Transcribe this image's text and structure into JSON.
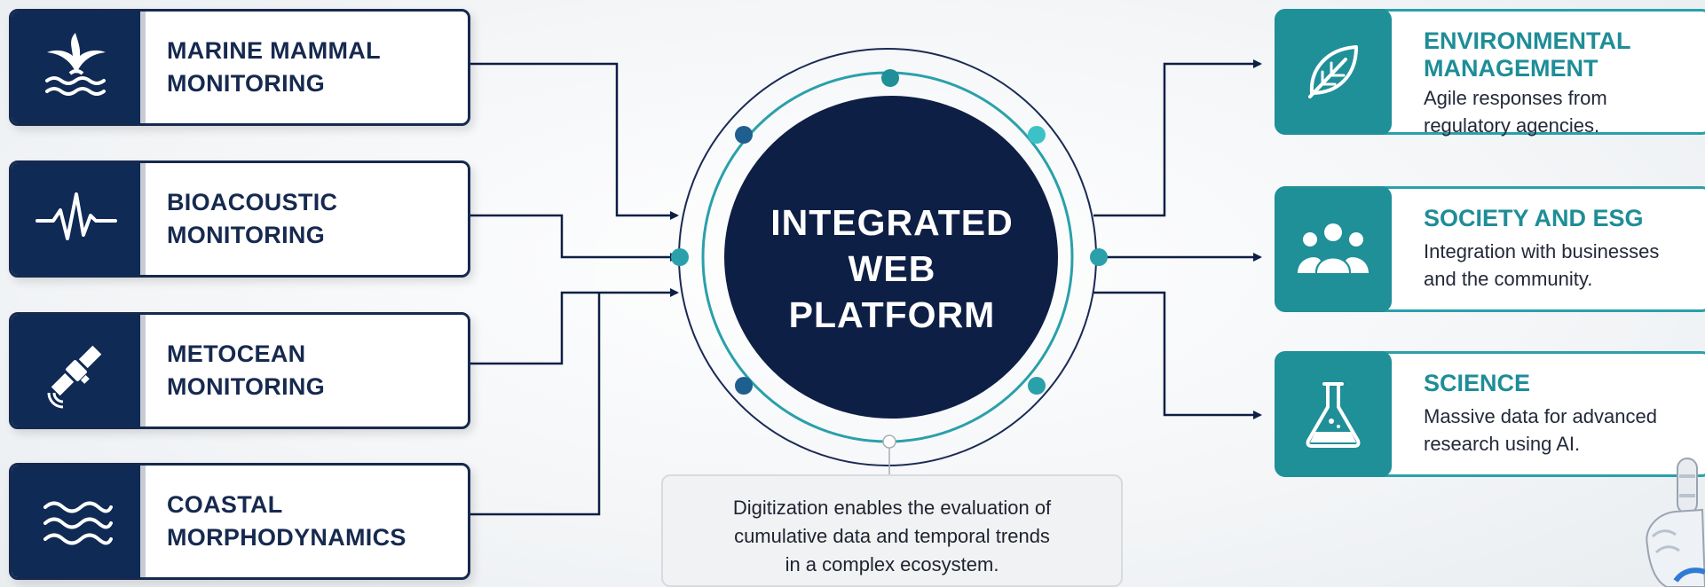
{
  "hub": {
    "line1": "INTEGRATED",
    "line2": "WEB",
    "line3": "PLATFORM"
  },
  "inputs": [
    {
      "line1": "MARINE MAMMAL",
      "line2": "MONITORING",
      "icon": "whale-tail-icon"
    },
    {
      "line1": "BIOACOUSTIC",
      "line2": "MONITORING",
      "icon": "waveform-icon"
    },
    {
      "line1": "METOCEAN",
      "line2": "MONITORING",
      "icon": "satellite-icon"
    },
    {
      "line1": "COASTAL",
      "line2": "MORPHODYNAMICS",
      "icon": "waves-icon"
    }
  ],
  "outputs": [
    {
      "title1": "ENVIRONMENTAL",
      "title2": "MANAGEMENT",
      "desc1": "Agile responses from",
      "desc2": "regulatory agencies.",
      "icon": "leaf-icon"
    },
    {
      "title1": "SOCIETY AND ESG",
      "title2": "",
      "desc1": "Integration with businesses",
      "desc2": "and the community.",
      "icon": "people-icon"
    },
    {
      "title1": "SCIENCE",
      "title2": "",
      "desc1": "Massive data for advanced",
      "desc2": "research using AI.",
      "icon": "flask-icon"
    }
  ],
  "note": {
    "line1": "Digitization enables the evaluation of",
    "line2": "cumulative data and temporal trends",
    "line3": "in a complex ecosystem."
  },
  "colors": {
    "navy": "#0f2a54",
    "teal": "#1f8f98",
    "teal_border": "#2aa0aa",
    "hub": "#0e1f45"
  }
}
